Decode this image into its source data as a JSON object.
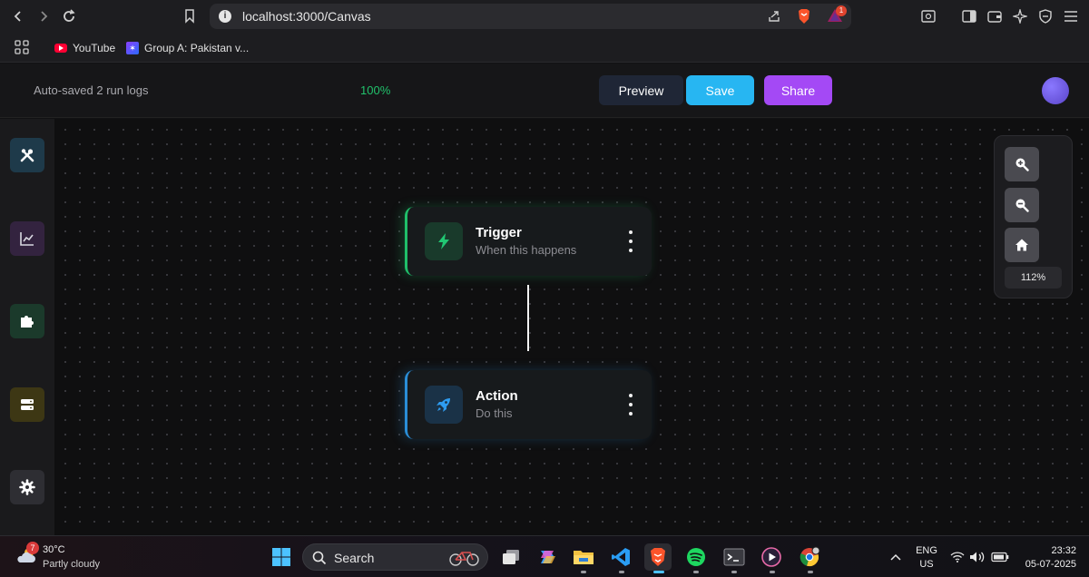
{
  "browser": {
    "url": "localhost:3000/Canvas",
    "rewards_count": "1",
    "bookmarks": [
      {
        "label": "YouTube"
      },
      {
        "label": "Group A: Pakistan v..."
      }
    ]
  },
  "header": {
    "autosave_text": "Auto-saved 2 run logs",
    "zoom_percent": "100%",
    "preview_label": "Preview",
    "save_label": "Save",
    "share_label": "Share"
  },
  "sidebar": {
    "items": [
      {
        "icon": "tools-icon",
        "color": "#1e3a4a"
      },
      {
        "icon": "chart-line-icon",
        "color": "#33233f"
      },
      {
        "icon": "puzzle-icon",
        "color": "#1b3a2b"
      },
      {
        "icon": "server-icon",
        "color": "#3d3714"
      },
      {
        "icon": "gear-icon",
        "color": "#2e2e33"
      }
    ]
  },
  "nodes": [
    {
      "title": "Trigger",
      "subtitle": "When this happens",
      "icon": "bolt-icon",
      "accent": "#1fbf6a"
    },
    {
      "title": "Action",
      "subtitle": "Do this",
      "icon": "rocket-icon",
      "accent": "#2a8ed8"
    }
  ],
  "zoom_panel": {
    "level": "112%"
  },
  "taskbar": {
    "weather_badge": "7",
    "temperature": "30°C",
    "condition": "Partly cloudy",
    "search_label": "Search",
    "language": "ENG",
    "region": "US",
    "time": "23:32",
    "date": "05-07-2025"
  }
}
